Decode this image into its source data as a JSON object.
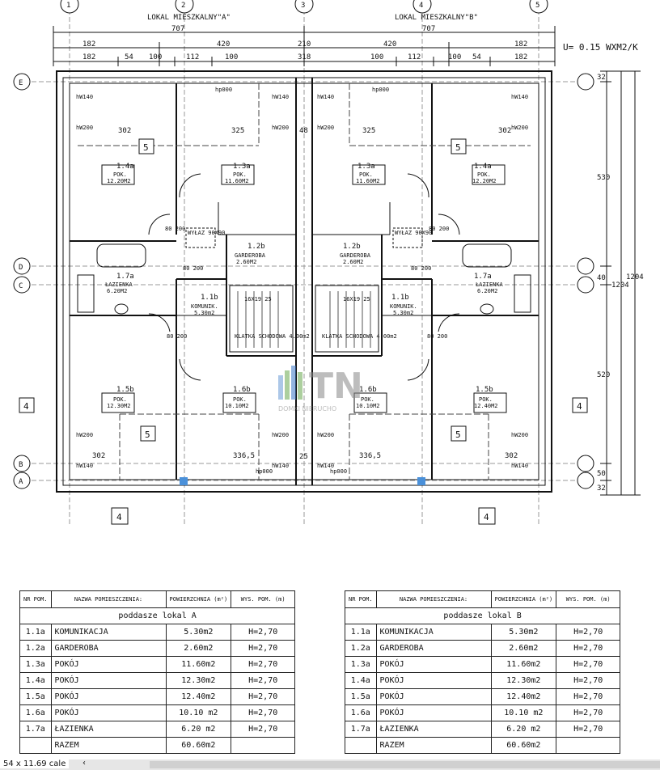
{
  "plan": {
    "header_a": "LOKAL MIESZKALNY\"A\"",
    "header_b": "LOKAL MIESZKALNY\"B\"",
    "u_value": "U= 0.15 WXM2/K",
    "grid_cols": [
      "1",
      "2",
      "3",
      "4",
      "5"
    ],
    "grid_rows": [
      "E",
      "D",
      "C",
      "B",
      "A"
    ],
    "dims_top1": [
      "707",
      "707"
    ],
    "dims_top2": [
      "182",
      "420",
      "210",
      "420",
      "182"
    ],
    "dims_top3": [
      "182",
      "54",
      "100",
      "112",
      "100",
      "318",
      "100",
      "112",
      "100",
      "54",
      "182"
    ],
    "dims_right": [
      "32",
      "530",
      "40",
      "520",
      "50",
      "32"
    ],
    "dims_total": [
      "1204",
      "1204"
    ],
    "rooms_a": [
      {
        "no": "1.4a",
        "txt": "POK.",
        "area": "12.20M2"
      },
      {
        "no": "1.3a",
        "txt": "POK.",
        "area": "11.60M2"
      },
      {
        "no": "1.2b",
        "txt": "GARDEROBA",
        "area": "2.60M2"
      },
      {
        "no": "1.7a",
        "txt": "ŁAZIENKA",
        "area": "6.20M2"
      },
      {
        "no": "1.1b",
        "txt": "KOMUNIK.",
        "area": "5.30m2"
      },
      {
        "no": "1.5b",
        "txt": "POK.",
        "area": "12.30M2"
      },
      {
        "no": "1.6b",
        "txt": "POK.",
        "area": "10.10M2"
      }
    ],
    "rooms_b": [
      {
        "no": "1.3a",
        "txt": "POK.",
        "area": "11.60M2"
      },
      {
        "no": "1.4a",
        "txt": "POK.",
        "area": "12.20M2"
      },
      {
        "no": "1.2b",
        "txt": "GARDEROBA",
        "area": "2.60M2"
      },
      {
        "no": "1.7a",
        "txt": "ŁAZIENKA",
        "area": "6.20M2"
      },
      {
        "no": "1.1b",
        "txt": "KOMUNIK.",
        "area": "5.30m2"
      },
      {
        "no": "1.6b",
        "txt": "POK.",
        "area": "10.10M2"
      },
      {
        "no": "1.5b",
        "txt": "POK.",
        "area": "12.40M2"
      }
    ],
    "stairs": "16X19 25",
    "stair_label": "KLATKA SCHODOWA 4.00m2",
    "misc": {
      "wylaz": "WYŁAZ 90X90",
      "hp": "hp000",
      "hw140": "hW140",
      "hw200": "hW200",
      "d48": "48",
      "d25": "25",
      "d302": "302",
      "d325": "325",
      "d3365": "336,5",
      "door": "80 200",
      "mark4": "4",
      "mark5": "5"
    }
  },
  "logo_text": "TN",
  "logo_sub": "DOMKI NIERUCHO",
  "tables": [
    {
      "headers": [
        "NR POM.",
        "NAZWA POMIESZCZENIA:",
        "POWIERZCHNIA (m²)",
        "WYS. POM. (m)"
      ],
      "section": "poddasze lokal A",
      "rows": [
        [
          "1.1a",
          "KOMUNIKACJA",
          "5.30m2",
          "H=2,70"
        ],
        [
          "1.2a",
          "GARDEROBA",
          "2.60m2",
          "H=2,70"
        ],
        [
          "1.3a",
          "POKÓJ",
          "11.60m2",
          "H=2,70"
        ],
        [
          "1.4a",
          "POKÓJ",
          "12.30m2",
          "H=2,70"
        ],
        [
          "1.5a",
          "POKÓJ",
          "12.40m2",
          "H=2,70"
        ],
        [
          "1.6a",
          "POKÓJ",
          "10.10 m2",
          "H=2,70"
        ],
        [
          "1.7a",
          "ŁAZIENKA",
          "6.20 m2",
          "H=2,70"
        ]
      ],
      "total": [
        "",
        "RAZEM",
        "60.60m2",
        ""
      ]
    },
    {
      "headers": [
        "NR POM.",
        "NAZWA POMIESZCZENIA:",
        "POWIERZCHNIA (m²)",
        "WYS. POM. (m)"
      ],
      "section": "poddasze lokal B",
      "rows": [
        [
          "1.1a",
          "KOMUNIKACJA",
          "5.30m2",
          "H=2,70"
        ],
        [
          "1.2a",
          "GARDEROBA",
          "2.60m2",
          "H=2,70"
        ],
        [
          "1.3a",
          "POKÓJ",
          "11.60m2",
          "H=2,70"
        ],
        [
          "1.4a",
          "POKÓJ",
          "12.30m2",
          "H=2,70"
        ],
        [
          "1.5a",
          "POKÓJ",
          "12.40m2",
          "H=2,70"
        ],
        [
          "1.6a",
          "POKÓJ",
          "10.10 m2",
          "H=2,70"
        ],
        [
          "1.7a",
          "ŁAZIENKA",
          "6.20 m2",
          "H=2,70"
        ]
      ],
      "total": [
        "",
        "RAZEM",
        "60.60m2",
        ""
      ]
    }
  ],
  "status": {
    "size": "54 x 11.69 cale",
    "arrow": "‹"
  }
}
